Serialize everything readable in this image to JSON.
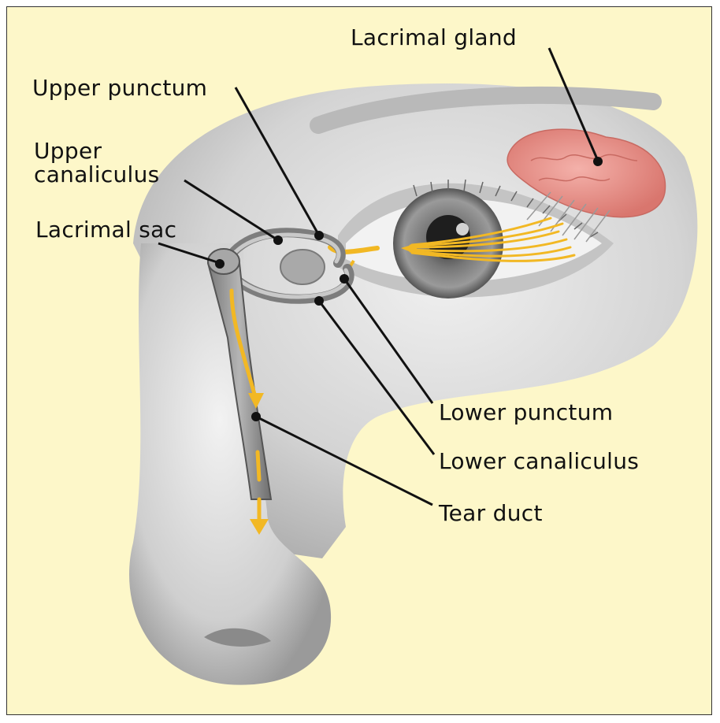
{
  "labels": {
    "lacrimal_gland": "Lacrimal gland",
    "upper_punctum": "Upper punctum",
    "upper_canaliculus_line1": "Upper",
    "upper_canaliculus_line2": "canaliculus",
    "lacrimal_sac": "Lacrimal sac",
    "lower_punctum": "Lower punctum",
    "lower_canaliculus": "Lower canaliculus",
    "tear_duct": "Tear duct"
  },
  "colors": {
    "background": "#fdf7c9",
    "tear_flow": "#f2b824",
    "gland": "#e9908a",
    "skin": "#d9d9d9"
  }
}
